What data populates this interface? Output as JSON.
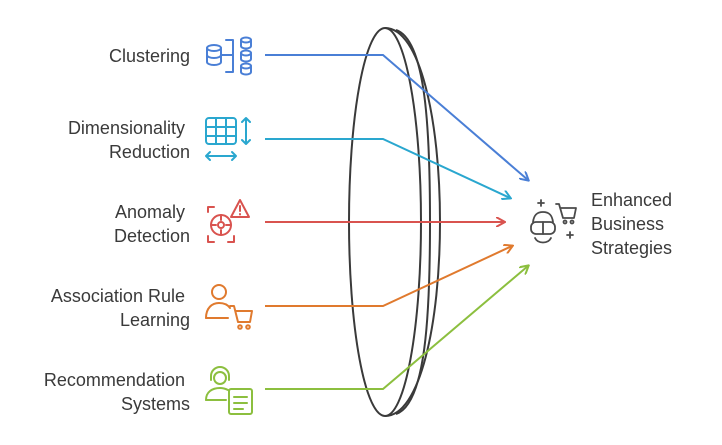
{
  "inputs": [
    {
      "lines": [
        "Clustering"
      ],
      "icon": "clustered-databases-icon",
      "color": "#4a7fd6"
    },
    {
      "lines": [
        "Dimensionality",
        "Reduction"
      ],
      "icon": "resize-table-icon",
      "color": "#2aa7cf"
    },
    {
      "lines": [
        "Anomaly",
        "Detection"
      ],
      "icon": "alert-target-icon",
      "color": "#d9534f"
    },
    {
      "lines": [
        "Association Rule",
        "Learning"
      ],
      "icon": "user-cart-icon",
      "color": "#e07a2e"
    },
    {
      "lines": [
        "Recommendation",
        "Systems"
      ],
      "icon": "support-agent-document-icon",
      "color": "#8cbf3f"
    }
  ],
  "output": {
    "lines": [
      "Enhanced",
      "Business",
      "Strategies"
    ],
    "icon": "vr-headset-cart-icon",
    "color": "#4a4a4a"
  },
  "lens_color": "#3a3a3a"
}
